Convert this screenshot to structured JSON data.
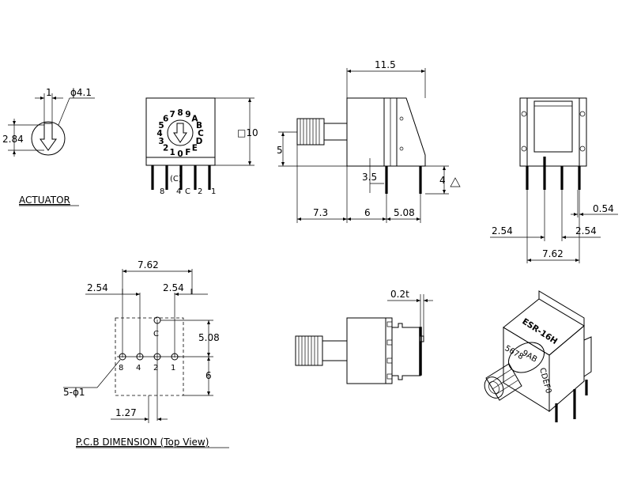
{
  "actuator": {
    "title": "ACTUATOR",
    "dim_width": "1",
    "dim_diameter": "ϕ4.1",
    "dim_height": "2.84"
  },
  "front_view": {
    "dial_digits": [
      "0",
      "1",
      "2",
      "3",
      "4",
      "5",
      "6",
      "7",
      "8",
      "9",
      "A",
      "B",
      "C",
      "D",
      "E",
      "F"
    ],
    "common_mark": "(C)",
    "pin_labels": [
      "8",
      "4",
      "C",
      "2",
      "1"
    ],
    "dim_square": "□10"
  },
  "side_view": {
    "dim_total": "11.5",
    "dim_height": "5",
    "dim_pin_offset": "3.5",
    "dim_pin_len": "4",
    "dim_shaft": "7.3",
    "dim_body": "6",
    "dim_pitch": "5.08"
  },
  "back_view": {
    "dim_pin_width": "0.54",
    "dim_left": "2.54",
    "dim_right": "2.54",
    "dim_total": "7.62"
  },
  "pcb": {
    "title": "P.C.B DIMENSION (Top View)",
    "dim_total": "7.62",
    "dim_left": "2.54",
    "dim_right": "2.54",
    "dim_vert": "5.08",
    "dim_side": "6",
    "dim_offset": "1.27",
    "dim_hole": "5-ϕ1",
    "hole_labels": [
      "8",
      "4",
      "2",
      "1"
    ],
    "common_label": "C"
  },
  "bottom_side": {
    "dim_thickness": "0.2t"
  },
  "iso_view": {
    "part_marking": "ESR-16H"
  },
  "colors": {
    "line": "#000000",
    "background": "#ffffff"
  }
}
